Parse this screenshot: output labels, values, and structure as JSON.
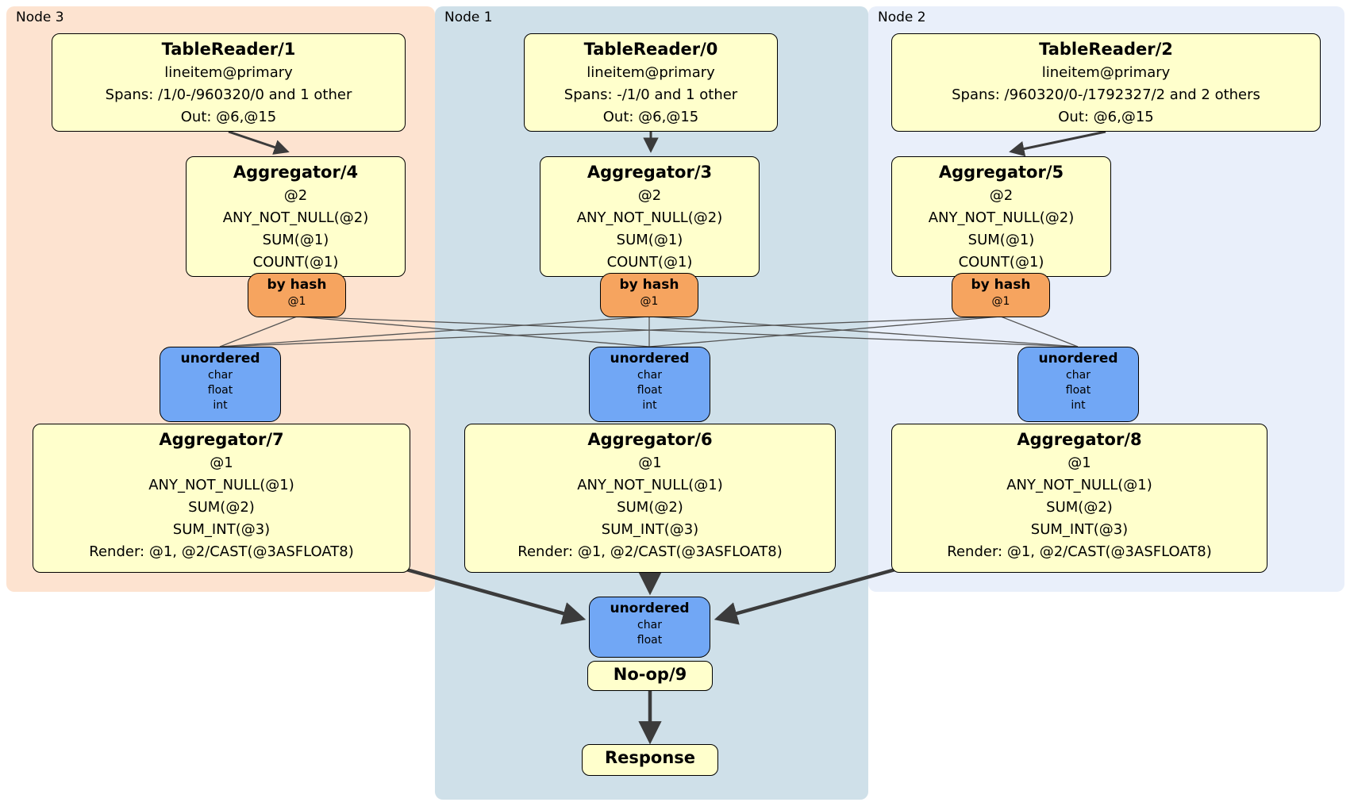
{
  "regions": {
    "node3": {
      "label": "Node 3"
    },
    "node1": {
      "label": "Node 1"
    },
    "node2": {
      "label": "Node 2"
    }
  },
  "boxes": {
    "tablereader1": {
      "title": "TableReader/1",
      "lines": [
        "lineitem@primary",
        "Spans: /1/0-/960320/0 and 1 other",
        "Out: @6,@15"
      ]
    },
    "tablereader0": {
      "title": "TableReader/0",
      "lines": [
        "lineitem@primary",
        "Spans: -/1/0 and 1 other",
        "Out: @6,@15"
      ]
    },
    "tablereader2": {
      "title": "TableReader/2",
      "lines": [
        "lineitem@primary",
        "Spans: /960320/0-/1792327/2 and 2 others",
        "Out: @6,@15"
      ]
    },
    "aggregator4": {
      "title": "Aggregator/4",
      "lines": [
        "@2",
        "ANY_NOT_NULL(@2)",
        "SUM(@1)",
        "COUNT(@1)"
      ]
    },
    "aggregator3": {
      "title": "Aggregator/3",
      "lines": [
        "@2",
        "ANY_NOT_NULL(@2)",
        "SUM(@1)",
        "COUNT(@1)"
      ]
    },
    "aggregator5": {
      "title": "Aggregator/5",
      "lines": [
        "@2",
        "ANY_NOT_NULL(@2)",
        "SUM(@1)",
        "COUNT(@1)"
      ]
    },
    "aggregator7": {
      "title": "Aggregator/7",
      "lines": [
        "@1",
        "ANY_NOT_NULL(@1)",
        "SUM(@2)",
        "SUM_INT(@3)",
        "Render: @1, @2/CAST(@3ASFLOAT8)"
      ]
    },
    "aggregator6": {
      "title": "Aggregator/6",
      "lines": [
        "@1",
        "ANY_NOT_NULL(@1)",
        "SUM(@2)",
        "SUM_INT(@3)",
        "Render: @1, @2/CAST(@3ASFLOAT8)"
      ]
    },
    "aggregator8": {
      "title": "Aggregator/8",
      "lines": [
        "@1",
        "ANY_NOT_NULL(@1)",
        "SUM(@2)",
        "SUM_INT(@3)",
        "Render: @1, @2/CAST(@3ASFLOAT8)"
      ]
    },
    "noop9": {
      "title": "No-op/9"
    },
    "response": {
      "title": "Response"
    }
  },
  "routers": {
    "hash_node3": {
      "title": "by hash",
      "lines": [
        "@1"
      ]
    },
    "hash_node1": {
      "title": "by hash",
      "lines": [
        "@1"
      ]
    },
    "hash_node2": {
      "title": "by hash",
      "lines": [
        "@1"
      ]
    },
    "unordered_node3": {
      "title": "unordered",
      "lines": [
        "char",
        "float",
        "int"
      ]
    },
    "unordered_node1": {
      "title": "unordered",
      "lines": [
        "char",
        "float",
        "int"
      ]
    },
    "unordered_node2": {
      "title": "unordered",
      "lines": [
        "char",
        "float",
        "int"
      ]
    },
    "unordered_final": {
      "title": "unordered",
      "lines": [
        "char",
        "float"
      ]
    }
  },
  "colors": {
    "node3_bg": "#fde3d0",
    "node1_bg": "#cfe0e9",
    "node2_bg": "#e9effa",
    "plan_box_bg": "#ffffcc",
    "hash_badge_bg": "#f6a45f",
    "unordered_badge_bg": "#71a7f5",
    "edge": "#3b3b3b"
  }
}
